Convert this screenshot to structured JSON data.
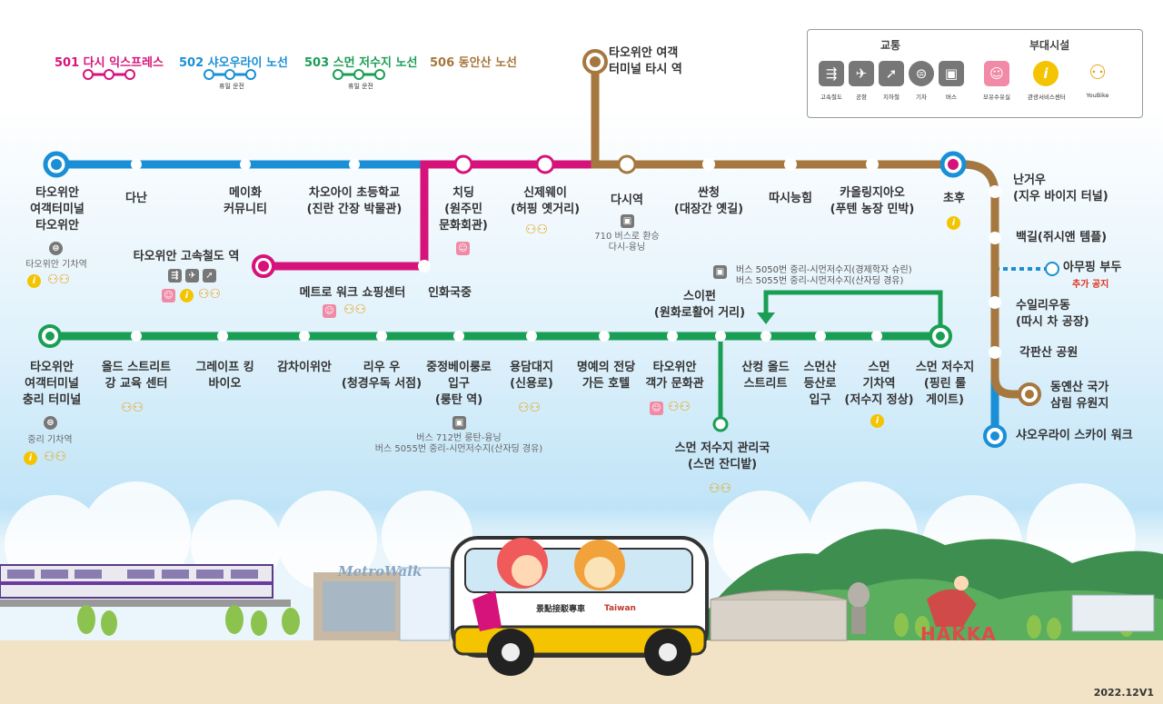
{
  "legend": {
    "routes": [
      {
        "title": "501 다시 익스프레스",
        "note": "",
        "color": "#d6137a"
      },
      {
        "title": "502 샤오우라이 노선",
        "note": "휴일 운전",
        "color": "#1a8fd6"
      },
      {
        "title": "503 스먼 저수지 노선",
        "note": "휴일 운전",
        "color": "#1a9e55"
      },
      {
        "title": "506 동안산 노선",
        "note": "",
        "color": "#a6773e"
      }
    ]
  },
  "facility_box": {
    "transport_heading": "교통",
    "facility_heading": "부대시설",
    "transport": [
      {
        "icon": "high-speed-rail-icon",
        "label": "고속철도"
      },
      {
        "icon": "airplane-icon",
        "label": "공항"
      },
      {
        "icon": "metro-icon",
        "label": "지하철"
      },
      {
        "icon": "train-icon",
        "label": "기차"
      },
      {
        "icon": "bus-icon",
        "label": "버스"
      }
    ],
    "facilities": [
      {
        "icon": "nursing-room-icon",
        "label": "모유수유실"
      },
      {
        "icon": "info-center-icon",
        "label": "관광서비스센터"
      },
      {
        "icon": "youbike-icon",
        "label": "YouBike"
      }
    ]
  },
  "stops": {
    "taoyuan_terminal": "타오위안\n여객터미널\n타오위안",
    "taoyuan_station_sub": "타오위안 기차역",
    "danan": "다난",
    "meihua": "메이화\n커뮤니티",
    "chaoai": "차오아이 초등학교\n(진란 간장 박물관)",
    "taoyuan_hsr": "타오위안 고속철도 역",
    "cheding": "치딩\n(원주민\n문화회관)",
    "metrowalk": "메트로 워크 쇼핑센터",
    "renhe": "인화국중",
    "xinzhewei": "신제웨이\n(허핑 옛거리)",
    "daxi": "다시역",
    "daxi_note": "710 버스로 환승\n다시-융닝",
    "sanceng": "싼청\n(대장간 옛길)",
    "daxi_farm": "따시능힘",
    "kaleting": "카올링지아오\n(푸텐 농장 민박)",
    "daxi_terminal": "타오위안 여객\n터미널 타시 역",
    "chaohou": "초후",
    "nanguo": "난거우\n(지우 바이지 터널)",
    "baiji": "백길(쥐시앤 템플)",
    "amuping": "아무핑 부두",
    "amuping_add": "추가 공지",
    "shuiliu": "수일리우동\n(따시 차 공장)",
    "jiaobanshan": "각판산 공원",
    "dongyanshan": "동옌산 국가\n삼림 유원지",
    "xiaowulai": "샤오우라이 스카이 워크",
    "zhongli_terminal": "타오위안\n여객터미널\n충리 터미널",
    "zhongli_station_sub": "중리 기차역",
    "old_street": "올드 스트리트\n강 교육 센터",
    "grape": "그레이프 킹\n바이오",
    "ganchai": "감차이위안",
    "liuwu": "리우 우\n(청경우독 서점)",
    "zhongzheng": "중정베이룽로\n입구\n(룽탄 역)",
    "zhongzheng_bus": "버스 712번 룽탄-융닝\n버스 5055번 중리-시먼저수지(산자딩 경유)",
    "longtan": "용담대지\n(신용로)",
    "hall_of_fame": "명예의 전당\n가든 호텔",
    "hakka": "타오위안\n객가 문화관",
    "shimen_mgmt": "스먼 저수지 관리국\n(스먼 잔디밭)",
    "sanjian_station": "스이펀\n(원화로활어 거리)",
    "sanjian_bus": "버스 5050번 중리-시먼저수지(경제학자 슈린)\n버스 5055번 중리-시먼저수지(산자딩 경유)",
    "sankang": "산컹 올드\n스트리트",
    "shimen_trail": "스먼산\n등산로\n입구",
    "shimen_station": "스먼\n기차역\n(저수지 정상)",
    "shimen_gate": "스먼 저수지\n(핑린 룰\n게이트)"
  },
  "scene": {
    "mall_sign": "MetroWalk",
    "bus_text": "景點接駁專車",
    "taiwan_text": "Taiwan",
    "hakka_sign": "HAKKA"
  },
  "version": "2022.12V1"
}
